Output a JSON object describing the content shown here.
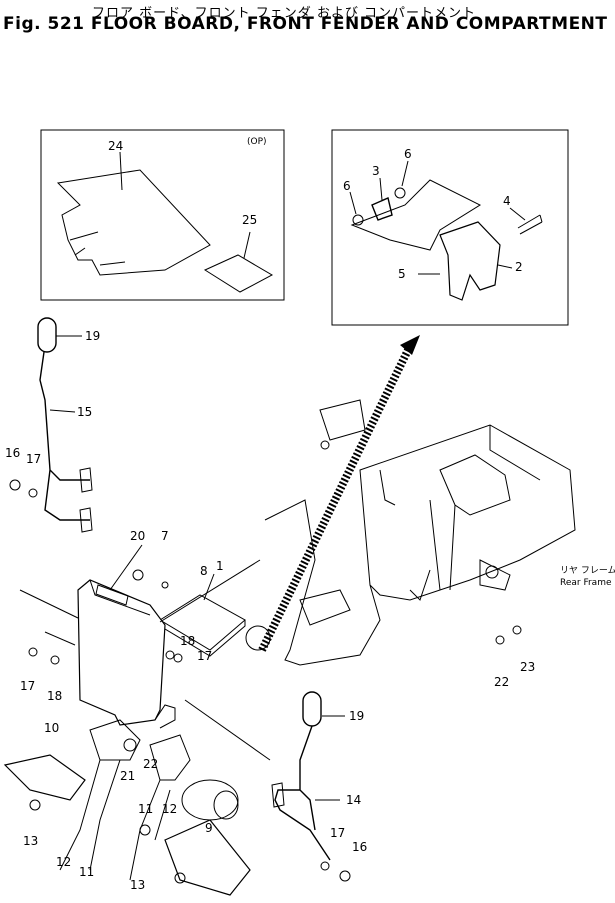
{
  "title": {
    "japanese": "フロア ボード、フロント フェンダ および コンパートメント",
    "english": "Fig. 521 FLOOR BOARD, FRONT FENDER AND COMPARTMENT"
  },
  "detail_boxes": {
    "left_tag": "(OP)"
  },
  "callouts": {
    "c1": "1",
    "c2": "2",
    "c3": "3",
    "c4": "4",
    "c5": "5",
    "c6a": "6",
    "c6b": "6",
    "c7": "7",
    "c8": "8",
    "c9": "9",
    "c10": "10",
    "c11a": "11",
    "c11b": "11",
    "c12a": "12",
    "c12b": "12",
    "c13a": "13",
    "c13b": "13",
    "c14": "14",
    "c15": "15",
    "c16a": "16",
    "c16b": "16",
    "c17a": "17",
    "c17b": "17",
    "c17c": "17",
    "c17d": "17",
    "c18a": "18",
    "c18b": "18",
    "c19a": "19",
    "c19b": "19",
    "c20": "20",
    "c21": "21",
    "c22a": "22",
    "c22b": "22",
    "c23": "23",
    "c24": "24",
    "c25": "25"
  },
  "rear_frame_label": {
    "japanese": "リヤ フレーム",
    "english": "Rear Frame"
  }
}
